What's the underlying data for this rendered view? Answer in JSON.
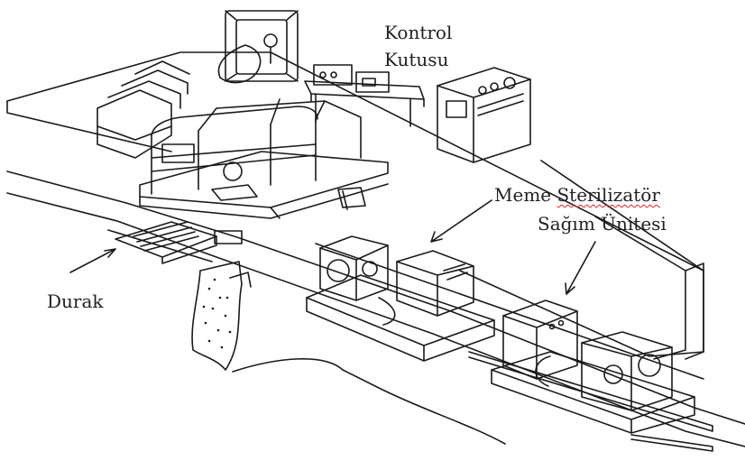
{
  "labels": {
    "control_box_line1": "Kontrol",
    "control_box_line2": "Kutusu",
    "teat_sterilizer_word1": "Meme",
    "teat_sterilizer_word2": "Sterilizatör",
    "milking_unit": "Sağım Ünitesi",
    "stop": "Durak"
  },
  "colors": {
    "line": "#1a1a1a",
    "spellcheck_underline": "#d4262c"
  }
}
